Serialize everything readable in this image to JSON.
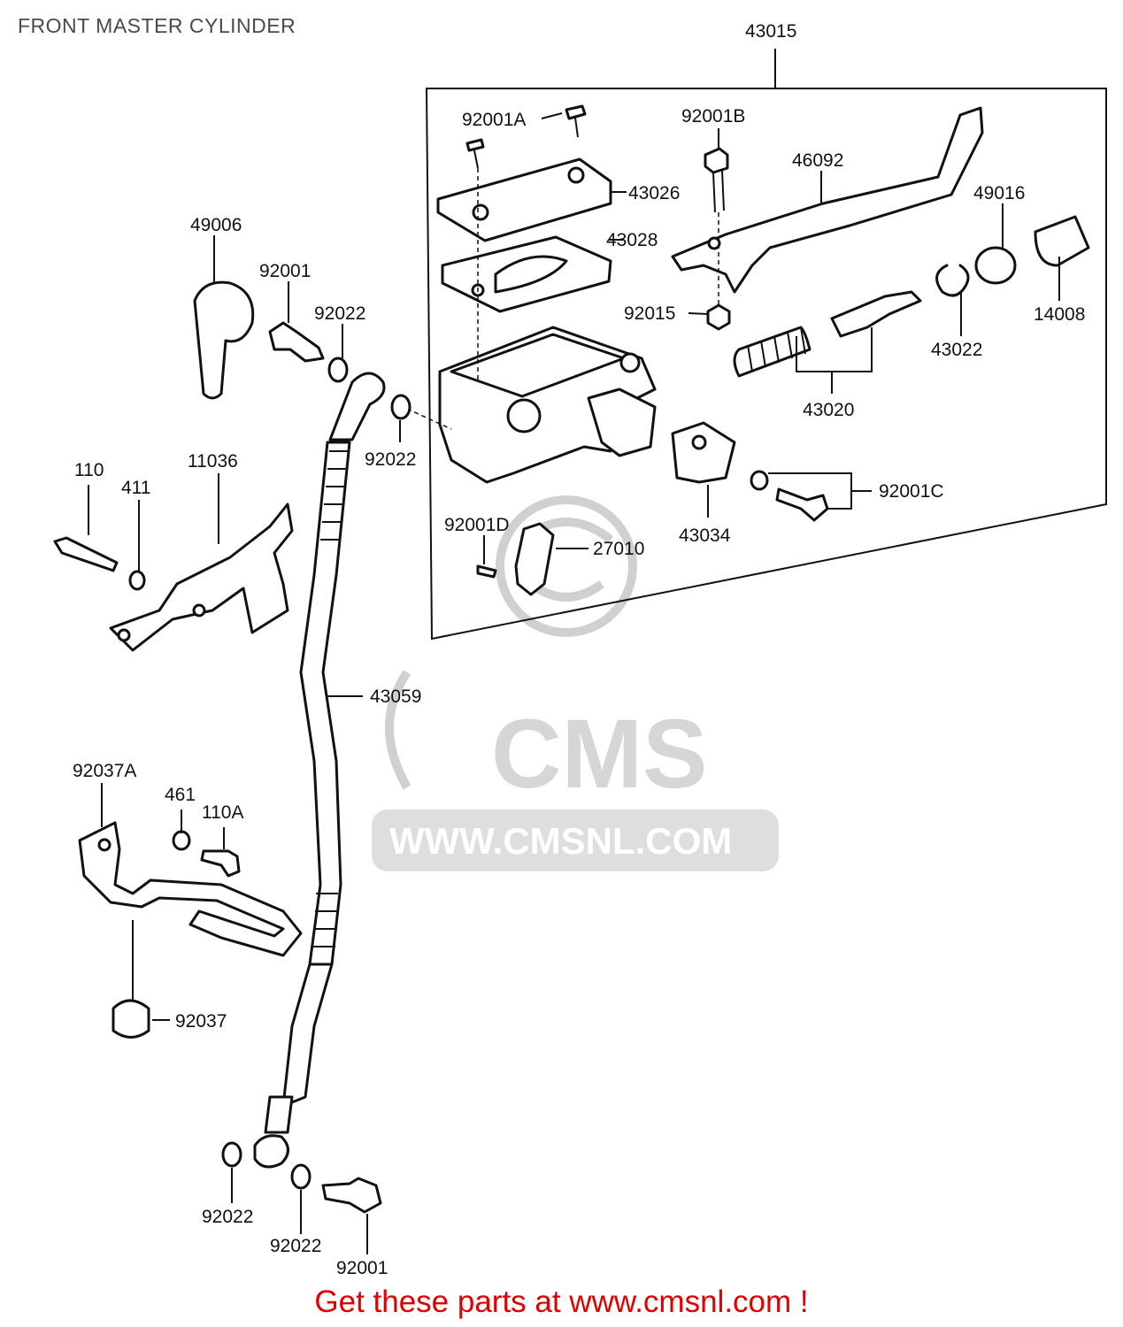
{
  "title": "FRONT MASTER CYLINDER",
  "footer": "Get these parts at www.cmsnl.com !",
  "watermark": {
    "brand": "CMS",
    "url": "WWW.CMSNL.COM"
  },
  "colors": {
    "footer": "#e00000",
    "lines": "#111111",
    "watermark": "#d0d0d0"
  },
  "parts": {
    "p43015": "43015",
    "p92001A": "92001A",
    "p92001B": "92001B",
    "p46092": "46092",
    "p43026": "43026",
    "p43028": "43028",
    "p49016": "49016",
    "p49006": "49006",
    "p92001": "92001",
    "p92022_top": "92022",
    "p92015": "92015",
    "p14008": "14008",
    "p43022": "43022",
    "p43020": "43020",
    "p92022_mid": "92022",
    "p110": "110",
    "p411": "411",
    "p11036": "11036",
    "p92001C": "92001C",
    "p92001D": "92001D",
    "p27010": "27010",
    "p43034": "43034",
    "p43059": "43059",
    "p92037A": "92037A",
    "p461": "461",
    "p110A": "110A",
    "p92037": "92037",
    "p92022_bl": "92022",
    "p92022_bm": "92022",
    "p92001_b": "92001"
  }
}
